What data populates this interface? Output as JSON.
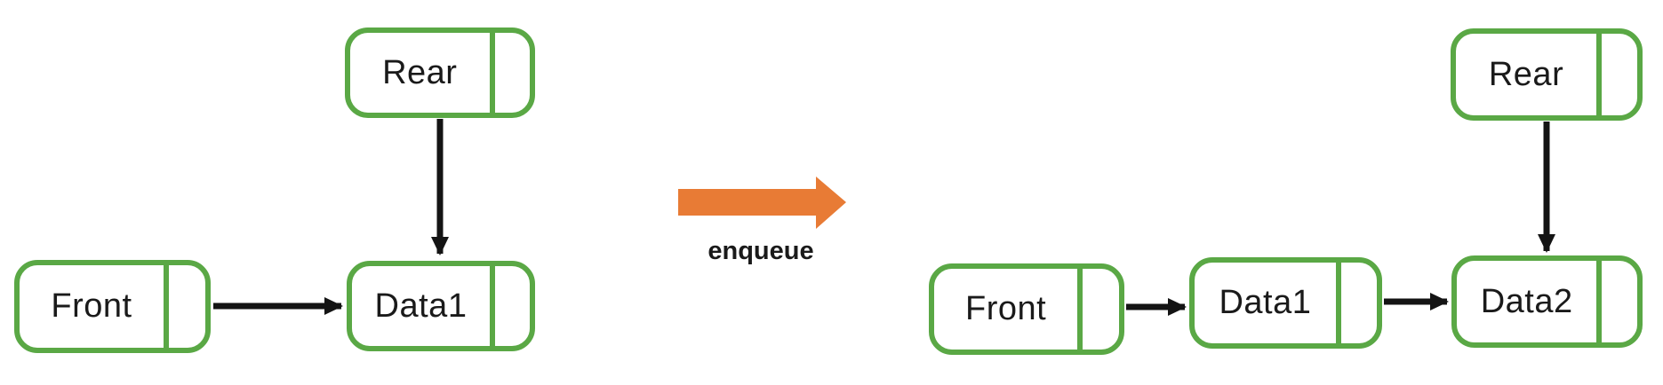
{
  "colors": {
    "node_border": "#5aa845",
    "arrow_black": "#141414",
    "operation_orange": "#e87b35",
    "text": "#1a1a1a",
    "background": "#ffffff"
  },
  "icons": {
    "enqueue_arrow": "orange-right-block-arrow",
    "link_arrow": "black-line-arrow"
  },
  "before": {
    "rear": {
      "label": "Rear"
    },
    "front": {
      "label": "Front"
    },
    "data1": {
      "label": "Data1"
    }
  },
  "operation": {
    "label": "enqueue"
  },
  "after": {
    "rear": {
      "label": "Rear"
    },
    "front": {
      "label": "Front"
    },
    "data1": {
      "label": "Data1"
    },
    "data2": {
      "label": "Data2"
    }
  }
}
